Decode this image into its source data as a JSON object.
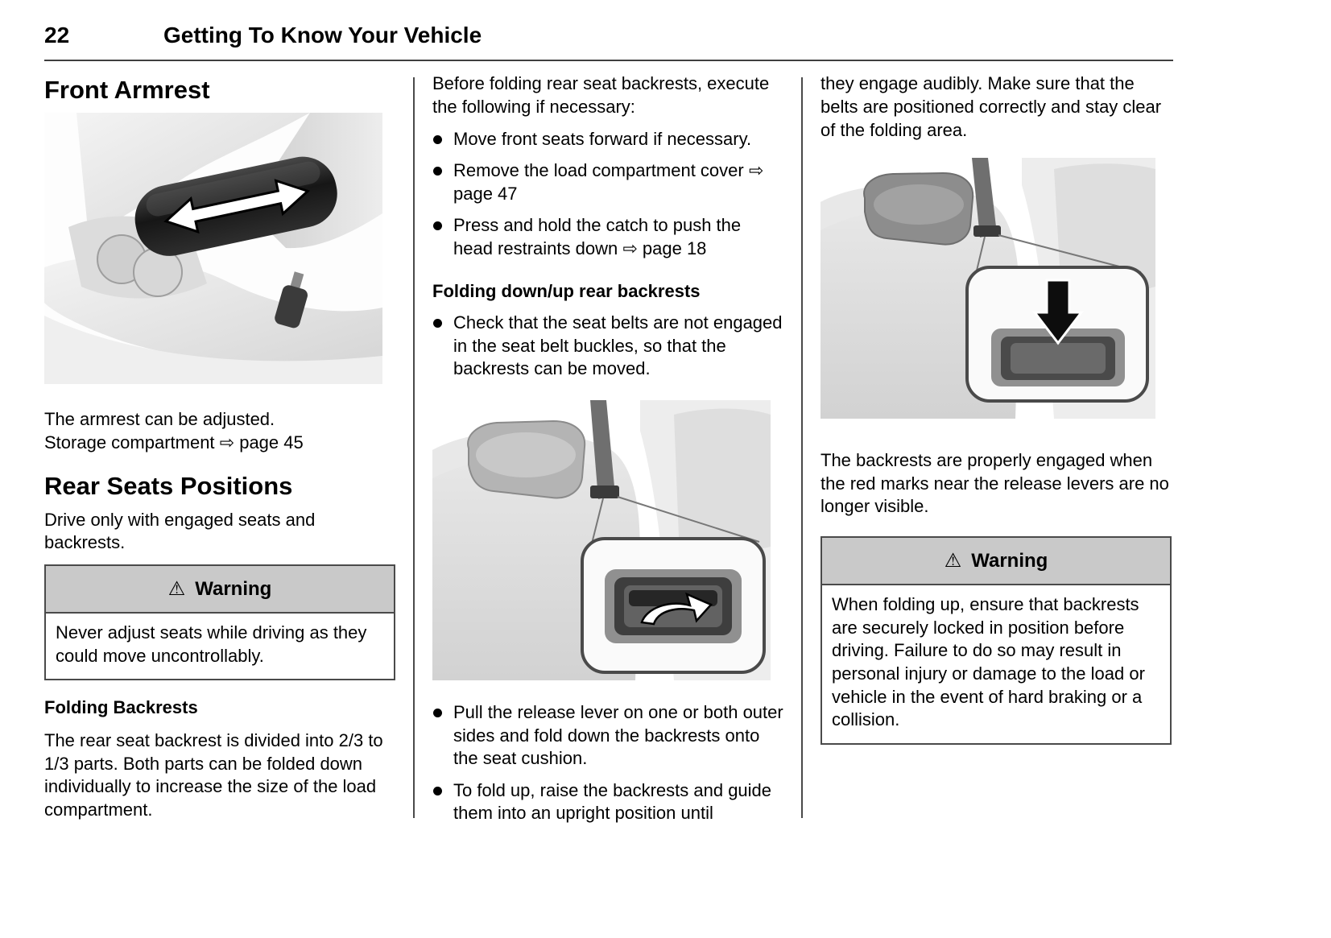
{
  "page": {
    "number": "22",
    "title": "Getting To Know Your Vehicle"
  },
  "icons": {
    "warning": "⚠"
  },
  "col1": {
    "heading_front_armrest": "Front Armrest",
    "armrest_line1": "The armrest can be adjusted.",
    "armrest_line2": "Storage compartment ⇨ page 45",
    "heading_rear_seats": "Rear Seats Positions",
    "rear_seats_intro": "Drive only with engaged seats and backrests.",
    "warning_title": "Warning",
    "warning_body": "Never adjust seats while driving as they could move uncontrollably.",
    "heading_folding": "Folding Backrests",
    "folding_para": "The rear seat backrest is divided into 2/3 to 1/3 parts. Both parts can be folded down individually to increase the size of the load compartment."
  },
  "col2": {
    "intro": "Before folding rear seat backrests, execute the following if necessary:",
    "bullets_prep": [
      "Move front seats forward if necessary.",
      "Remove the load compartment cover ⇨ page 47",
      "Press and hold the catch to push the head restraints down ⇨ page 18"
    ],
    "subheading": "Folding down/up rear backrests",
    "bullet_check": "Check that the seat belts are not engaged in the seat belt buckles, so that the backrests can be moved.",
    "bullets_fold": [
      "Pull the release lever on one or both outer sides and fold down the backrests onto the seat cushion.",
      "To fold up, raise the backrests and guide them into an upright position until"
    ]
  },
  "col3": {
    "continuation": "they engage audibly. Make sure that the belts are positioned correctly and stay clear of the folding area.",
    "engaged_para": "The backrests are properly engaged when the red marks near the release levers are no longer visible.",
    "warning_title": "Warning",
    "warning_body": "When folding up, ensure that backrests are securely locked in position before driving. Failure to do so may result in personal injury or damage to the load or vehicle in the event of hard braking or a collision."
  }
}
